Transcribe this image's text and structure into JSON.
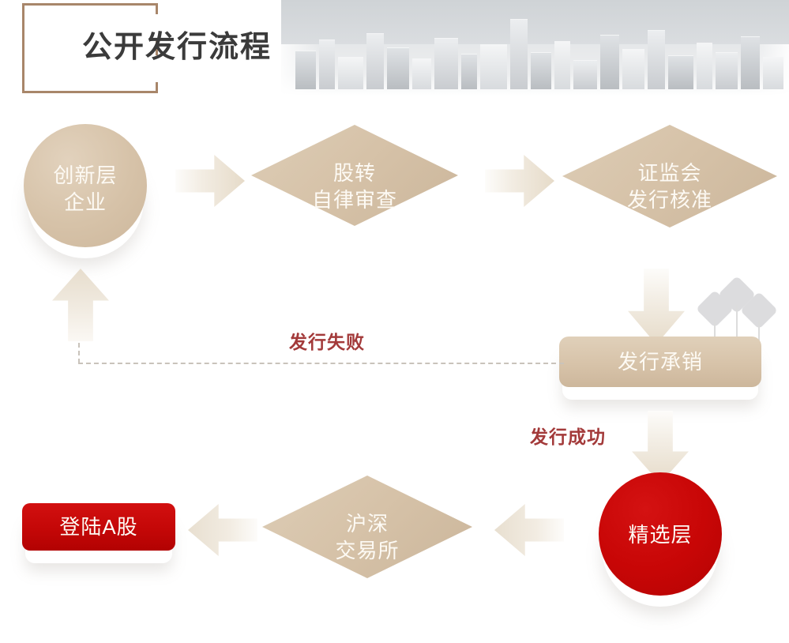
{
  "page": {
    "title": "公开发行流程",
    "background_color": "#ffffff"
  },
  "header": {
    "frame_color": "#a8866a",
    "banner_name": "city-skyline-banner"
  },
  "palette": {
    "tan": "#d6c2a8",
    "tan_light": "#e0d0ba",
    "red": "#c40707",
    "label_red": "#a33a3a",
    "arrow_beige": "#e6dbc9",
    "dash_gray": "#c9c3bb",
    "balloon_gray": "#dcdcde",
    "title_text": "#3b3b3b"
  },
  "nodes": {
    "innovation_tier": {
      "label": "创新层\n企业",
      "shape": "circle",
      "color": "tan"
    },
    "ntb_review": {
      "label": "股转\n自律审查",
      "shape": "diamond",
      "color": "tan"
    },
    "csrc_approval": {
      "label": "证监会\n发行核准",
      "shape": "diamond",
      "color": "tan"
    },
    "underwriting": {
      "label": "发行承销",
      "shape": "rounded-rect",
      "color": "tan"
    },
    "select_tier": {
      "label": "精选层",
      "shape": "circle",
      "color": "red"
    },
    "exchanges": {
      "label": "沪深\n交易所",
      "shape": "diamond",
      "color": "tan"
    },
    "a_share_listing": {
      "label": "登陆A股",
      "shape": "rounded-rect",
      "color": "red"
    }
  },
  "edge_labels": {
    "issue_failed": "发行失败",
    "issue_success": "发行成功"
  },
  "chart_data": {
    "type": "flowchart",
    "title": "公开发行流程",
    "direction": "left-to-right, then right-to-left",
    "nodes": [
      {
        "id": "innovation_tier",
        "label": "创新层企业",
        "shape": "circle",
        "fill": "#d6c2a8"
      },
      {
        "id": "ntb_review",
        "label": "股转自律审查",
        "shape": "diamond",
        "fill": "#d6c2a8"
      },
      {
        "id": "csrc_approval",
        "label": "证监会发行核准",
        "shape": "diamond",
        "fill": "#d6c2a8"
      },
      {
        "id": "underwriting",
        "label": "发行承销",
        "shape": "rounded-rect",
        "fill": "#d6c2a8"
      },
      {
        "id": "select_tier",
        "label": "精选层",
        "shape": "circle",
        "fill": "#c40707"
      },
      {
        "id": "exchanges",
        "label": "沪深交易所",
        "shape": "diamond",
        "fill": "#d6c2a8"
      },
      {
        "id": "a_share_listing",
        "label": "登陆A股",
        "shape": "rounded-rect",
        "fill": "#c40707"
      }
    ],
    "edges": [
      {
        "from": "innovation_tier",
        "to": "ntb_review",
        "label": "",
        "style": "solid-arrow"
      },
      {
        "from": "ntb_review",
        "to": "csrc_approval",
        "label": "",
        "style": "solid-arrow"
      },
      {
        "from": "csrc_approval",
        "to": "underwriting",
        "label": "",
        "style": "solid-arrow"
      },
      {
        "from": "underwriting",
        "to": "innovation_tier",
        "label": "发行失败",
        "style": "dashed"
      },
      {
        "from": "underwriting",
        "to": "select_tier",
        "label": "发行成功",
        "style": "solid-arrow"
      },
      {
        "from": "select_tier",
        "to": "exchanges",
        "label": "",
        "style": "solid-arrow"
      },
      {
        "from": "exchanges",
        "to": "a_share_listing",
        "label": "",
        "style": "solid-arrow"
      }
    ]
  }
}
